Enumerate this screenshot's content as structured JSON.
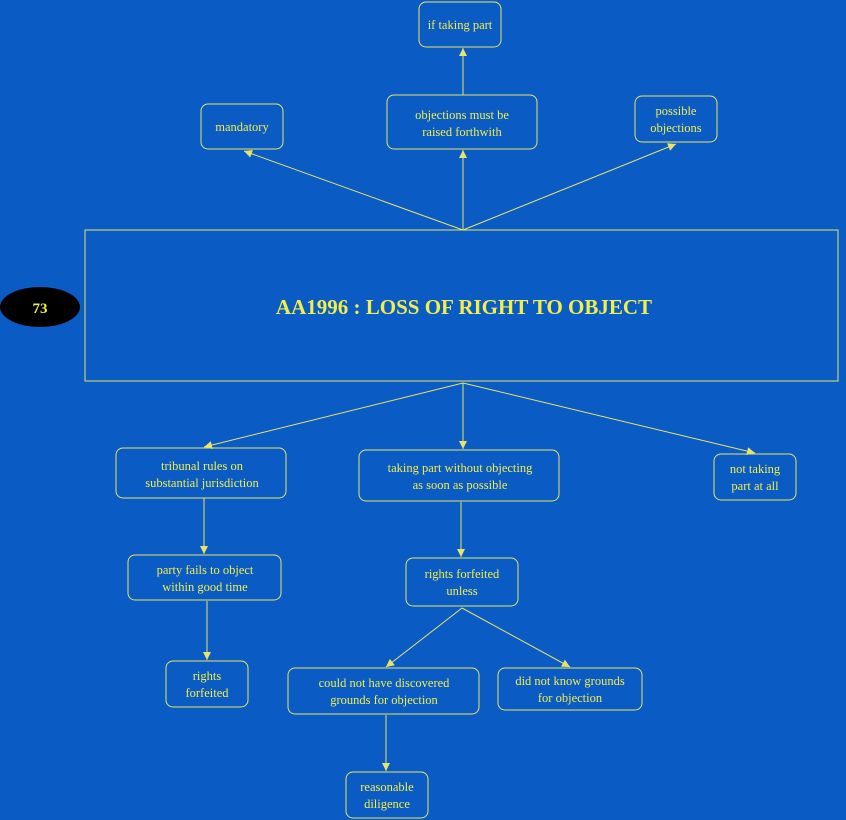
{
  "badge": {
    "number": "73"
  },
  "title": "AA1996 : LOSS OF RIGHT TO OBJECT",
  "nodes": {
    "if_taking_part": {
      "lines": [
        "if taking part"
      ]
    },
    "mandatory": {
      "lines": [
        "mandatory"
      ]
    },
    "objections_forthwith": {
      "lines": [
        "objections must be",
        "raised forthwith"
      ]
    },
    "possible_objections": {
      "lines": [
        "possible",
        "objections"
      ]
    },
    "tribunal_rules": {
      "lines": [
        "tribunal rules on",
        "substantial jurisdiction"
      ]
    },
    "taking_part_without": {
      "lines": [
        "taking part without objecting",
        "as soon as possible"
      ]
    },
    "not_taking_part": {
      "lines": [
        "not taking",
        "part at all"
      ]
    },
    "party_fails": {
      "lines": [
        "party fails to object",
        "within good time"
      ]
    },
    "rights_forfeited_unless": {
      "lines": [
        "rights forfeited",
        "unless"
      ]
    },
    "rights_forfeited": {
      "lines": [
        "rights",
        "forfeited"
      ]
    },
    "could_not_discover": {
      "lines": [
        "could not have discovered",
        "grounds for objection"
      ]
    },
    "did_not_know": {
      "lines": [
        "did not know grounds",
        "for objection"
      ]
    },
    "reasonable_diligence": {
      "lines": [
        "reasonable",
        "diligence"
      ]
    }
  },
  "colors": {
    "background": "#0a5bc4",
    "text": "#f2ee4a",
    "line": "#e8e46a",
    "badge_fill": "#000000"
  }
}
